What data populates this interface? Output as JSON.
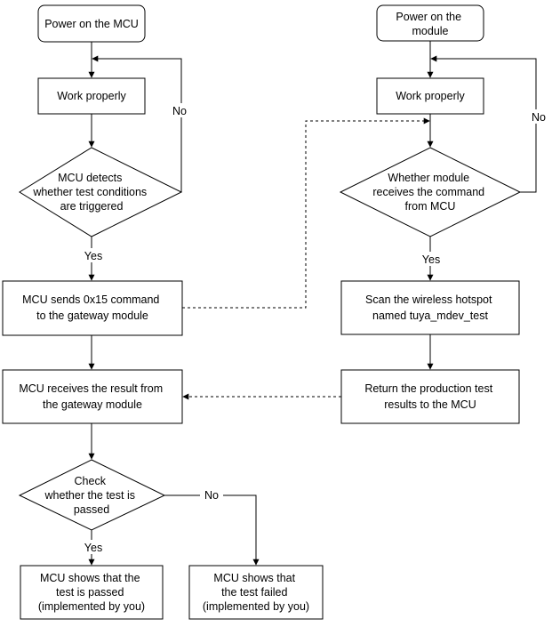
{
  "flowchart": {
    "mcu": {
      "start": [
        "Power on the MCU"
      ],
      "work": [
        "Work properly"
      ],
      "detect": [
        "MCU detects",
        "whether test conditions",
        "are triggered"
      ],
      "send": [
        "MCU sends 0x15 command",
        "to the gateway module"
      ],
      "receive": [
        "MCU receives the result from",
        "the gateway module"
      ],
      "check": [
        "Check",
        "whether the test is",
        "passed"
      ],
      "passed": [
        "MCU shows that the",
        "test is passed",
        "(implemented by you)"
      ],
      "failed": [
        "MCU shows that",
        "the test failed",
        "(implemented by you)"
      ]
    },
    "module": {
      "start": [
        "Power on the",
        "module"
      ],
      "work": [
        "Work properly"
      ],
      "receives": [
        "Whether module",
        "receives the command",
        "from MCU"
      ],
      "scan": [
        "Scan the wireless hotspot",
        "named tuya_mdev_test"
      ],
      "return": [
        "Return the production test",
        "results to the MCU"
      ]
    },
    "edge_labels": {
      "mcu_no": "No",
      "mcu_yes": "Yes",
      "module_no": "No",
      "module_yes": "Yes",
      "check_no": "No",
      "check_yes": "Yes"
    }
  }
}
